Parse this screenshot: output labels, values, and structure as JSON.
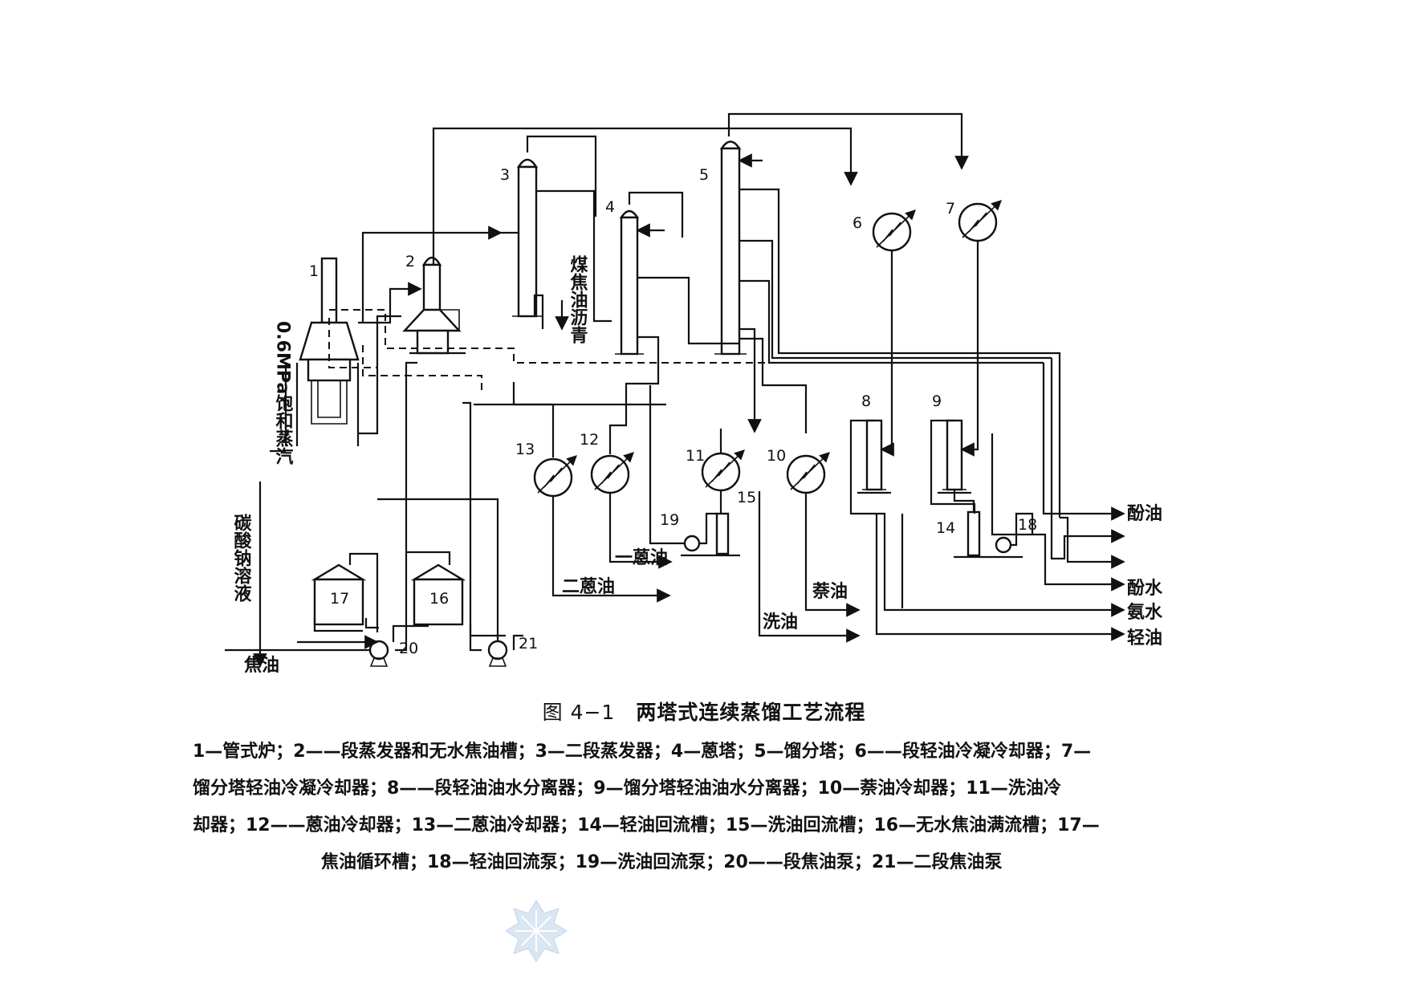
{
  "diagram": {
    "equipment_numbers": [
      "1",
      "2",
      "3",
      "4",
      "5",
      "6",
      "7",
      "8",
      "9",
      "10",
      "11",
      "12",
      "13",
      "14",
      "15",
      "16",
      "17",
      "18",
      "19",
      "20",
      "21"
    ],
    "streams": {
      "steam": "0.6MPa饱和蒸汽",
      "soda": "碳酸钠溶液",
      "coal_tar_pitch": "煤焦油沥青",
      "tar_in": "焦油",
      "phenol_oil": "酚油",
      "phenol_water": "酚水",
      "ammonia_water": "氨水",
      "light_oil": "轻油",
      "naphthalene_oil": "萘油",
      "wash_oil": "洗油",
      "second_anthracene_oil": "二蒽油",
      "first_anthracene_oil": "一蒽油"
    }
  },
  "figure": {
    "number": "图 4−1",
    "title": "两塔式连续蒸馏工艺流程"
  },
  "legend": {
    "lines": [
      "1—管式炉；2——段蒸发器和无水焦油槽；3—二段蒸发器；4—蒽塔；5—馏分塔；6——段轻油冷凝冷却器；7—",
      "馏分塔轻油冷凝冷却器；8——段轻油油水分离器；9—馏分塔轻油油水分离器；10—萘油冷却器；11—洗油冷",
      "却器；12——蒽油冷却器；13—二蒽油冷却器；14—轻油回流槽；15—洗油回流槽；16—无水焦油满流槽；17—",
      "焦油循环槽；18—轻油回流泵；19—洗油回流泵；20——段焦油泵；21—二段焦油泵"
    ]
  },
  "colors": {
    "ink": "#111111",
    "paper": "#ffffff",
    "watermark": "#dbe6f3"
  }
}
